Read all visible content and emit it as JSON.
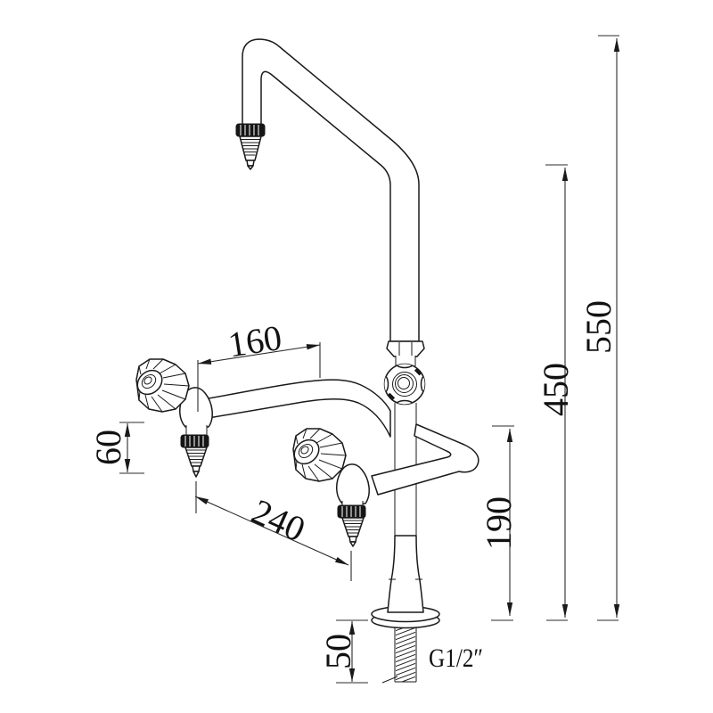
{
  "drawing": {
    "type": "technical-dimension-drawing",
    "subject": "two-outlet laboratory gooseneck tap, deck mounted",
    "background": "#ffffff",
    "line_color": "#1a1a1a",
    "dim_color": "#2b2b2b",
    "dimensions": {
      "spout_offset": "160",
      "overall_height": "550",
      "spout_outlet_height": "450",
      "side_outlet_height": "190",
      "nozzle_length": "60",
      "outlet_spacing": "240",
      "deck_shank_length": "50",
      "inlet_thread": "G1/2″"
    }
  }
}
